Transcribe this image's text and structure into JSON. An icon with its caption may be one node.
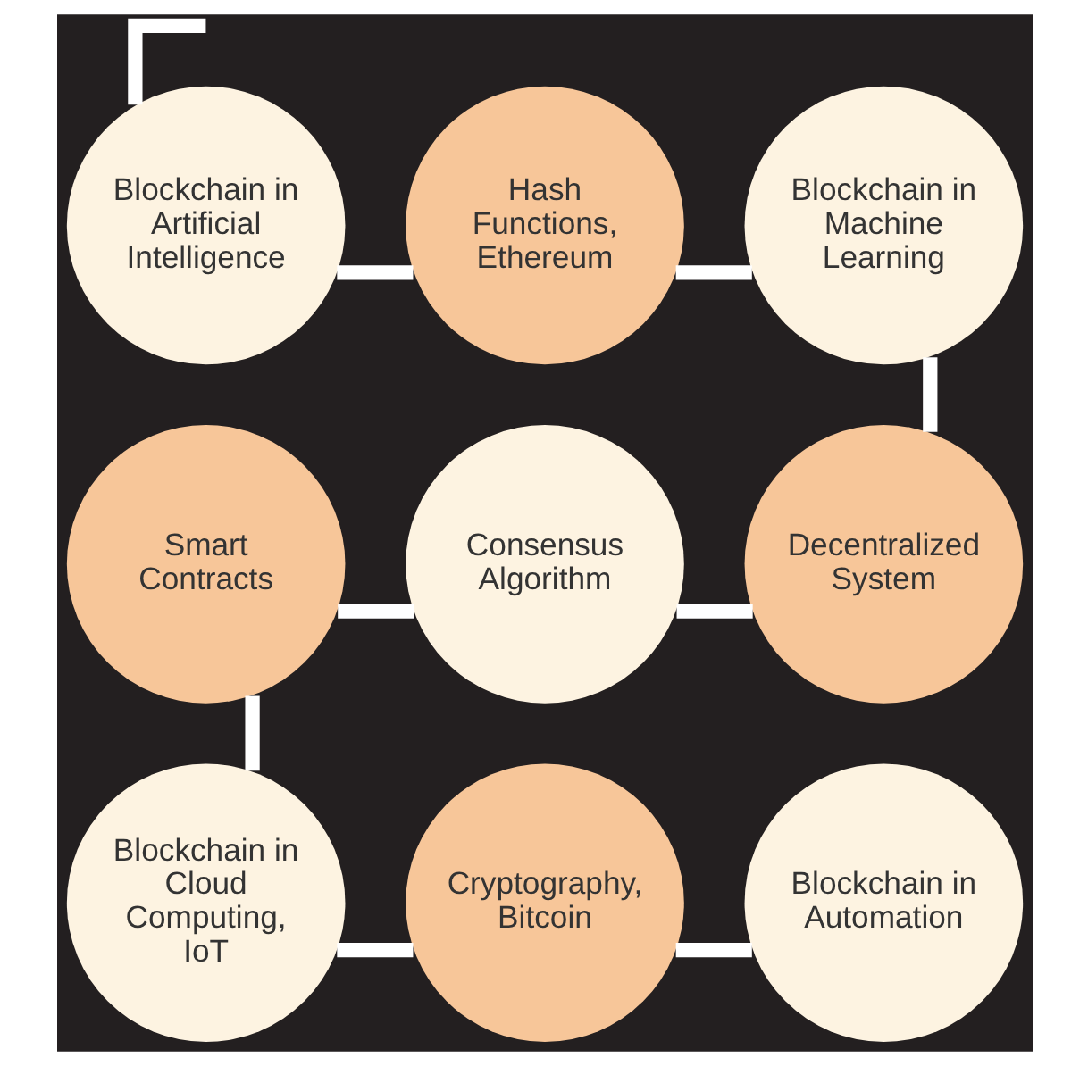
{
  "diagram": {
    "nodes": [
      {
        "text": [
          "Blockchain in Artificial Intelligence"
        ]
      },
      {
        "text": [
          "Hash Functions, Ethereum"
        ]
      },
      {
        "text": [
          "Blockchain in Machine Learning"
        ]
      },
      {
        "text": [
          "Smart Contracts"
        ]
      },
      {
        "text": [
          "Consensus Algorithm"
        ]
      },
      {
        "text": [
          "Decentralized System"
        ]
      },
      {
        "text": [
          "Blockchain in Cloud Computing, IoT"
        ]
      },
      {
        "text": [
          "Cryptography, Bitcoin"
        ]
      },
      {
        "text": [
          "Blockchain in Automation"
        ]
      }
    ],
    "edges": [
      {
        "from": null,
        "to": 0,
        "arrow": "none"
      },
      {
        "from": 0,
        "to": 1,
        "arrow": "none"
      },
      {
        "from": 1,
        "to": 2,
        "arrow": "none"
      },
      {
        "from": 2,
        "to": 5,
        "arrow": "none"
      },
      {
        "from": 5,
        "to": 4,
        "arrow": "none"
      },
      {
        "from": 4,
        "to": 3,
        "arrow": "none"
      },
      {
        "from": 3,
        "to": 6,
        "arrow": "none"
      },
      {
        "from": 6,
        "to": 7,
        "arrow": "none"
      },
      {
        "from": 7,
        "to": 8,
        "arrow": "none"
      }
    ]
  }
}
